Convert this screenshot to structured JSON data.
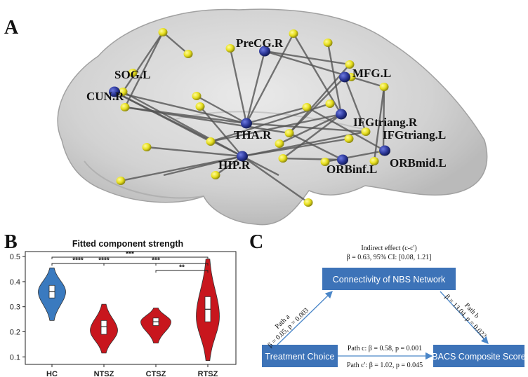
{
  "panels": {
    "a": "A",
    "b": "B",
    "c": "C"
  },
  "brain": {
    "labels": [
      "PreCG.R",
      "SOG.L",
      "MFG.L",
      "CUN.R",
      "IFGtriang.R",
      "THA.R",
      "IFGtriang.L",
      "ORBmid.L",
      "HIP.R",
      "ORBinf.L"
    ],
    "hub_color": "#2e3a9c",
    "node_color": "#e8e020"
  },
  "chart_data": {
    "type": "violin",
    "title": "Fitted component strength",
    "categories": [
      "HC",
      "NTSZ",
      "CTSZ",
      "RTSZ"
    ],
    "colors": [
      "#3a7abf",
      "#c8161d",
      "#c8161d",
      "#c8161d"
    ],
    "medians": [
      0.36,
      0.22,
      0.24,
      0.29
    ],
    "ylim": [
      0.07,
      0.52
    ],
    "yticks": [
      "0.1",
      "0.2",
      "0.3",
      "0.4",
      "0.5"
    ],
    "significance": [
      {
        "pair": [
          "HC",
          "RTSZ"
        ],
        "stars": "***"
      },
      {
        "pair": [
          "HC",
          "CTSZ"
        ],
        "stars": "****"
      },
      {
        "pair": [
          "HC",
          "NTSZ"
        ],
        "stars": "****"
      },
      {
        "pair": [
          "NTSZ",
          "RTSZ"
        ],
        "stars": "***"
      },
      {
        "pair": [
          "CTSZ",
          "RTSZ"
        ],
        "stars": "**"
      }
    ]
  },
  "mediation": {
    "indirect_title": "Indirect effect (c-c')",
    "indirect_value": "β = 0.63, 95% CI: [0.08,  1.21]",
    "mediator": "Connectivity of NBS Network",
    "x_box": "Treatment Choice",
    "y_box": "BACS Composite Score",
    "path_a_name": "Path a",
    "path_a_stats": "β = 0.05, p = 0.003",
    "path_b_name": "Path b",
    "path_b_stats": "β = 13.04, p = 0.022",
    "path_c": "Path c: β = 0.58, p = 0.001",
    "path_c_prime": "Path c': β = 1.02, p = 0.045",
    "box_color": "#3d73b8",
    "arrow_color": "#4a86c8"
  }
}
